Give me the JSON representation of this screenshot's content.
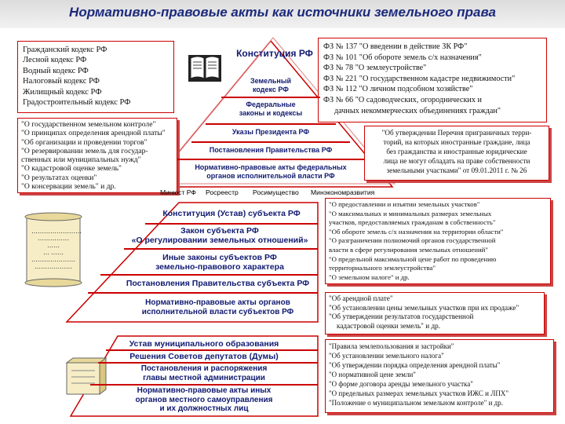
{
  "title": "Нормативно-правовые акты как источники земельного права",
  "codes": [
    "Гражданский кодекс РФ",
    "Лесной кодекс РФ",
    "Водный кодекс РФ",
    "Налоговый кодекс РФ",
    "Жилищный кодекс РФ",
    "Градостроительный кодекс РФ"
  ],
  "federal_laws": [
    "ФЗ № 137 \"О введении в действие ЗК РФ\"",
    "ФЗ № 101 \"Об обороте земель с/х назначения\"",
    "ФЗ № 78 \"О землеустройстве\"",
    "ФЗ № 221 \"О государственном кадастре недвижимости\"",
    "ФЗ № 112 \"О личном подсобном хозяйстве\"",
    "ФЗ № 66 \"О садоводческих, огороднических и",
    "дачных некоммерческих объединениях граждан\""
  ],
  "gov_decrees": [
    "\"О государственном земельном контроле\"",
    "\"О принципах определения арендной платы\"",
    "\"Об организации и проведении торгов\"",
    "\"О резервировании земель для государ-",
    "ственных или муниципальных нужд\"",
    "\"О кадастровой оценке земель\"",
    "\"О результатах оценки\"",
    "\"О консервации земель\" и др."
  ],
  "foreign_box": [
    "\"Об утверждении Перечня приграничных терри-",
    "торий, на которых иностранные граждане, лица",
    "без гражданства и иностранные юридические",
    "лица не могут обладать на праве собственности",
    "земельными участками\" от 09.01.2011 г. № 26"
  ],
  "federal_pyramid": {
    "constitution": "Конституция РФ",
    "land_code": [
      "Земельный",
      "кодекс РФ"
    ],
    "federal_laws": [
      "Федеральные",
      "законы и кодексы"
    ],
    "president": "Указы Президента РФ",
    "government": "Постановления Правительства РФ",
    "executive": [
      "Нормативно-правовые акты федеральных",
      "органов исполнительной власти РФ"
    ],
    "ministries": [
      "Минюст РФ",
      "Росреестр",
      "Росимущество",
      "Минэкономразвития"
    ]
  },
  "regional_pyramid": {
    "charter": "Конституция (Устав) субъекта РФ",
    "law": [
      "Закон субъекта РФ",
      "«О регулировании земельных отношений»"
    ],
    "other_laws": [
      "Иные законы субъектов РФ",
      "земельно-правового характера"
    ],
    "decrees": "Постановления Правительства субъекта РФ",
    "executive": [
      "Нормативно-правовые акты органов",
      "исполнительной власти субъектов РФ"
    ]
  },
  "regional_box1": [
    "\"О предоставлении и изъятии земельных участков\"",
    "\"О максимальных и минимальных размерах земельных",
    "участков, предоставляемых гражданам в собственность\"",
    "\"Об обороте земель с/х назначения на территории области\"",
    "\"О разграничении полномочий органов государственной",
    "власти в сфере регулирования земельных отношений\"",
    "\"О предельной максимальной цене работ по проведению",
    "территориального землеустройства\"",
    "\"О земельном налоге\" и др."
  ],
  "regional_box2": [
    "\"Об арендной плате\"",
    "\"Об установлении цены земельных участков при их продаже\"",
    "\"Об утверждении результатов государственной",
    "кадастровой оценки земель\" и др."
  ],
  "municipal": {
    "charter": "Устав муниципального образования",
    "council": [
      "Решения Советов депутатов (Думы)"
    ],
    "head": [
      "Постановления и распоряжения",
      "главы местной администрации"
    ],
    "acts": [
      "Нормативно-правовые акты иных",
      "органов местного самоуправления",
      "и их должностных лиц"
    ]
  },
  "municipal_box": [
    "\"Правила землепользования и застройки\"",
    "\"Об установлении земельного налога\"",
    "\"Об утверждении порядка определения арендной платы\"",
    "\"О нормативной цене земли\"",
    "\"О форме договора аренды земельного участка\"",
    "\"О предельных размерах земельных участков ИЖС и ЛПХ\"",
    "\"Положение о муниципальном земельном контроле\" и др."
  ],
  "scroll_lines": [
    "……………………",
    "……………",
    "……",
    "… ……",
    "…………………",
    "………………"
  ],
  "colors": {
    "title": "#1c2a7c",
    "border": "#cc0000",
    "tier_text": "#101a70"
  }
}
